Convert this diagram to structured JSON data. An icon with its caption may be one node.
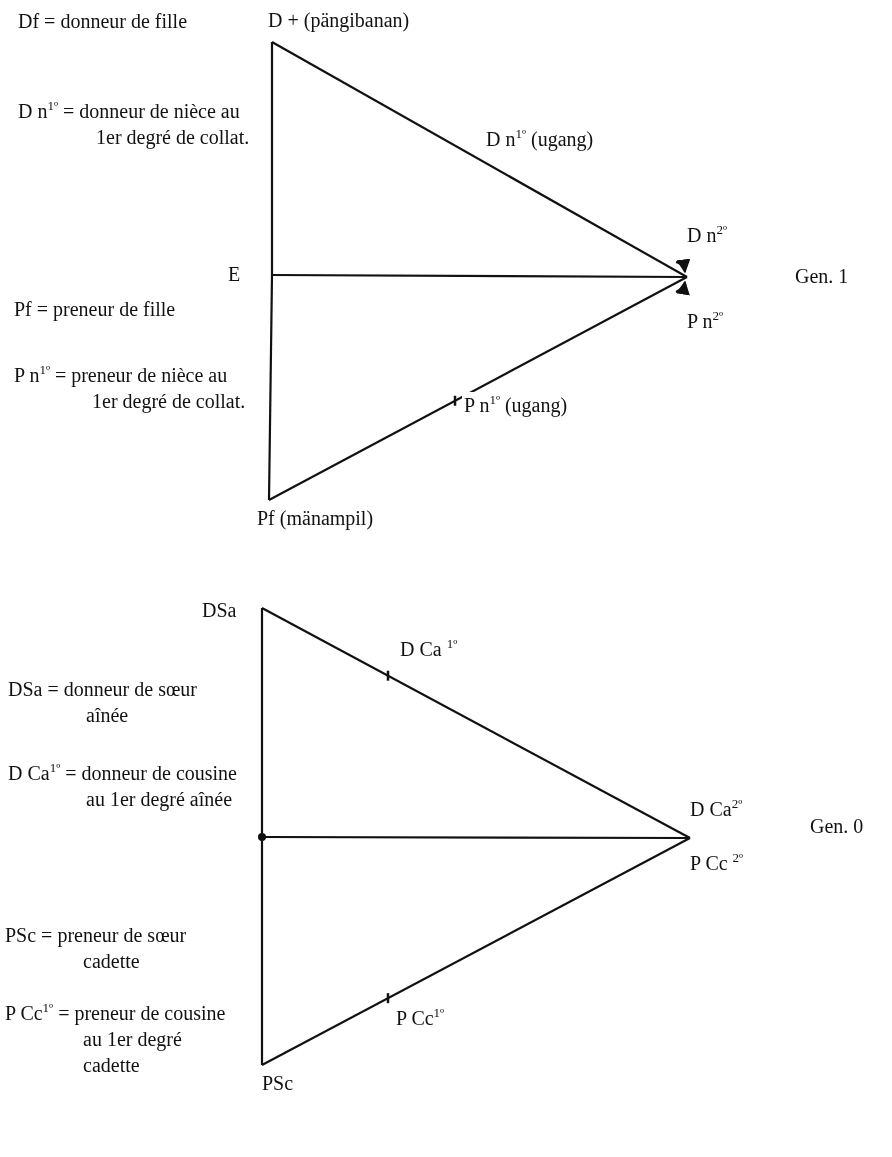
{
  "diagram": {
    "nodes": [
      {
        "text": [
          "D +  (pängibanan)"
        ]
      },
      {
        "text": [
          "E"
        ]
      },
      {
        "text": [
          "Pf (mänampil)"
        ]
      },
      {
        "text": [
          "D n$^{2º}$",
          "P n$^{2º}$"
        ]
      },
      {
        "text": [
          "DSa"
        ]
      },
      {
        "text": [],
        "shape": "circle"
      },
      {
        "text": [
          "PSc"
        ]
      },
      {
        "text": [
          "D Ca$^{2º}$",
          "P Cc $^{2º}$"
        ]
      }
    ],
    "edges": [
      {
        "from": 0,
        "to": 3,
        "arrow": "none",
        "label": "D n$^{1º}$ (ugang)"
      },
      {
        "from": 1,
        "to": 3,
        "arrow": "none"
      },
      {
        "from": 2,
        "to": 3,
        "arrow": "none",
        "label": "P n$^{1º}$ (ugang)"
      },
      {
        "from": 0,
        "to": 1,
        "arrow": "none"
      },
      {
        "from": 1,
        "to": 2,
        "arrow": "none"
      },
      {
        "from": 4,
        "to": 7,
        "arrow": "none",
        "label": "D Ca $^{1º}$"
      },
      {
        "from": 5,
        "to": 7,
        "arrow": "none"
      },
      {
        "from": 6,
        "to": 7,
        "arrow": "none",
        "label": "P Cc$^{1º}$"
      },
      {
        "from": 4,
        "to": 5,
        "arrow": "none"
      },
      {
        "from": 5,
        "to": 6,
        "arrow": "none"
      }
    ],
    "labels": [
      "Df = donneur de fille",
      "D n$^{1º}$ = donneur de nièce au 1er degré de collat.",
      "Pf = preneur de fille",
      "P n$^{1º}$ = preneur de nièce au 1er degré de collat.",
      "Gen. 1",
      "DSa = donneur de sœur aînée",
      "D Ca$^{1º}$ = donneur de cousine au 1er degré aînée",
      "PSc = preneur de sœur cadette",
      "P Cc$^{1º}$ = preneur de cousine au 1er degré cadette",
      "Gen. 0"
    ]
  }
}
